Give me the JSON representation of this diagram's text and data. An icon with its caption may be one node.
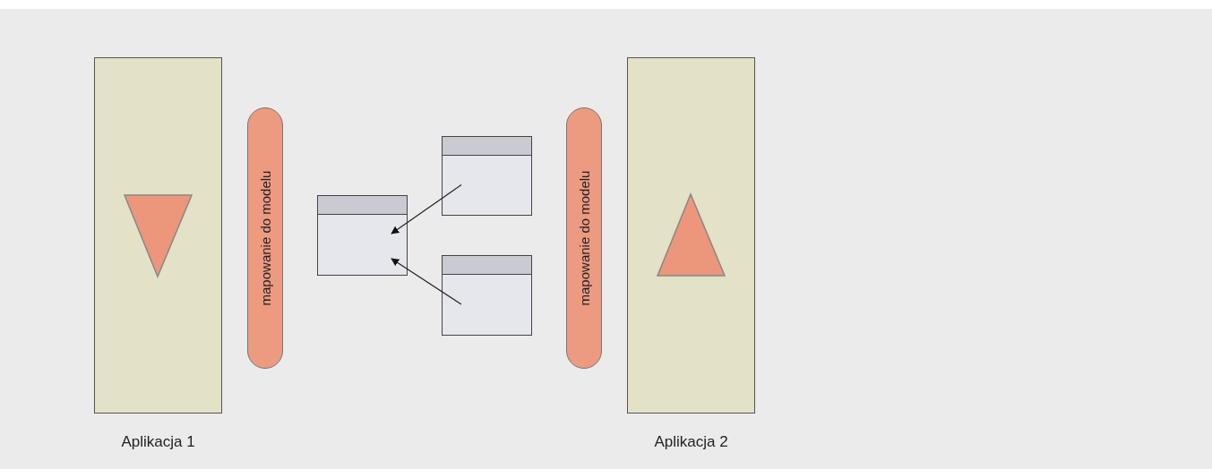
{
  "diagram": {
    "nodes": [
      {
        "text": [
          "Aplikacja 1"
        ]
      },
      {
        "text": [
          "mapowanie do modelu"
        ]
      },
      {
        "text": [],
        "shape": "box"
      },
      {
        "text": [],
        "shape": "box"
      },
      {
        "text": [],
        "shape": "box"
      },
      {
        "text": [
          "mapowanie do modelu"
        ]
      },
      {
        "text": [
          "Aplikacja 2"
        ]
      }
    ],
    "edges": [
      {
        "from": 3,
        "to": 2,
        "arrow": "to"
      },
      {
        "from": 4,
        "to": 2,
        "arrow": "to"
      }
    ]
  }
}
